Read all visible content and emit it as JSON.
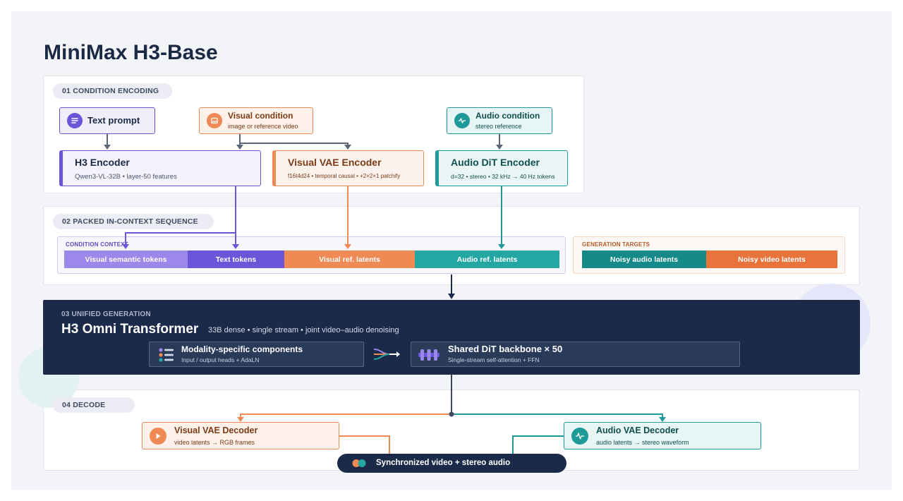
{
  "title": "MiniMax H3-Base",
  "sections": {
    "s1": "01 CONDITION ENCODING",
    "s2": "02 PACKED IN-CONTEXT SEQUENCE",
    "s3": "03 UNIFIED GENERATION",
    "s4": "04 DECODE"
  },
  "inputs": {
    "text_prompt": "Text prompt",
    "visual_condition": {
      "title": "Visual condition",
      "sub": "image or reference video"
    },
    "audio_condition": {
      "title": "Audio condition",
      "sub": "stereo reference"
    }
  },
  "encoders": {
    "h3": {
      "title": "H3 Encoder",
      "sub": "Qwen3-VL-32B  •  layer-50 features"
    },
    "visual": {
      "title": "Visual VAE Encoder",
      "sub": "f16t4d24  •  temporal causal  •  +2×2×1 patchify"
    },
    "audio": {
      "title": "Audio DiT Encoder",
      "sub": "d=32  •  stereo  •  32 kHz → 40 Hz tokens"
    }
  },
  "sequence": {
    "condition_label": "CONDITION CONTEXT",
    "targets_label": "GENERATION TARGETS",
    "tokens": [
      "Visual semantic tokens",
      "Text tokens",
      "Visual ref. latents",
      "Audio ref. latents"
    ],
    "targets": [
      "Noisy audio latents",
      "Noisy video latents"
    ]
  },
  "generation": {
    "title": "H3 Omni Transformer",
    "sub": "33B dense  •  single stream  •  joint video–audio denoising",
    "modality": {
      "title": "Modality-specific components",
      "sub": "Input / output heads + AdaLN"
    },
    "backbone": {
      "title": "Shared DiT backbone × 50",
      "sub": "Single-stream self-attention + FFN"
    }
  },
  "decode": {
    "visual": {
      "title": "Visual VAE Decoder",
      "sub": "video latents → RGB frames"
    },
    "audio": {
      "title": "Audio VAE Decoder",
      "sub": "audio latents → stereo waveform"
    },
    "output": "Synchronized video + stereo audio"
  },
  "colors": {
    "purple": "#6b55d8",
    "orange": "#ef8a55",
    "teal": "#1e9a98",
    "navy": "#1b2a48"
  },
  "icons": {
    "text_prompt": "lines-icon",
    "visual_condition": "image-icon",
    "audio_condition": "waveform-icon",
    "modality": "list-icon",
    "merge": "merge-arrows-icon",
    "backbone": "layers-icon",
    "visual_decoder": "play-icon",
    "audio_decoder": "waveform-icon"
  }
}
